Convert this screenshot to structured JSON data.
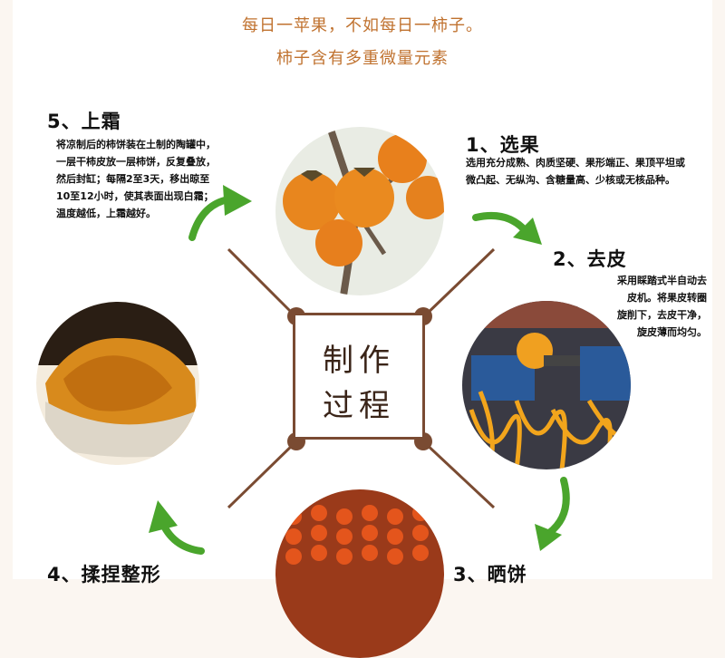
{
  "header": {
    "line1": "每日一苹果，不如每日一柿子。",
    "line2": "柿子含有多重微量元素"
  },
  "center": {
    "line1": "制作",
    "line2": "过程"
  },
  "steps": [
    {
      "title": "1、选果",
      "desc": "选用充分成熟、肉质坚硬、果形端正、果顶平坦或微凸起、无纵沟、含糖量高、少核或无核品种。"
    },
    {
      "title": "2、去皮",
      "desc1": "采用睬踏式半自动去",
      "desc2": "皮机。将果皮转圈",
      "desc3": "旋削下，去皮干净，",
      "desc4": "旋皮薄而均匀。"
    },
    {
      "title": "3、晒饼"
    },
    {
      "title": "4、揉捏整形"
    },
    {
      "title": "5、上霜",
      "desc": "将凉制后的柿饼装在土制的陶罐中，一层干柿皮放一层柿饼，反复叠放，然后封缸；每隔2至3天，移出晾至10至12小时，使其表面出现白霜；温度越低，上霜越好。"
    }
  ],
  "colors": {
    "accent": "#c0722f",
    "arrow": "#4aa52c",
    "frame": "#7a4b32"
  }
}
